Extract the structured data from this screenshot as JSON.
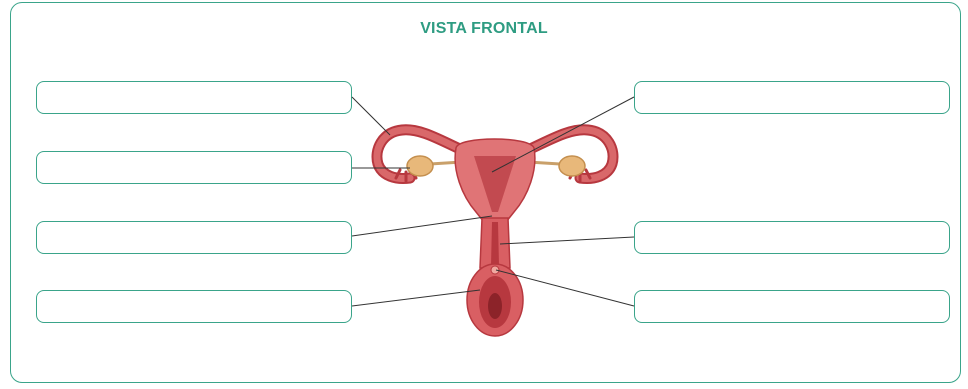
{
  "title": "VISTA FRONTAL",
  "labels": [
    {
      "id": "left-1",
      "text": ""
    },
    {
      "id": "left-2",
      "text": ""
    },
    {
      "id": "left-3",
      "text": ""
    },
    {
      "id": "left-4",
      "text": ""
    },
    {
      "id": "right-1",
      "text": ""
    },
    {
      "id": "right-2",
      "text": ""
    },
    {
      "id": "right-3",
      "text": ""
    }
  ],
  "colors": {
    "border": "#3aa48a",
    "title": "#2e9c82",
    "tissue": "#d9686a",
    "tissue_dark": "#b7383f",
    "ovary": "#e8b87a",
    "leader_line": "#333333"
  }
}
